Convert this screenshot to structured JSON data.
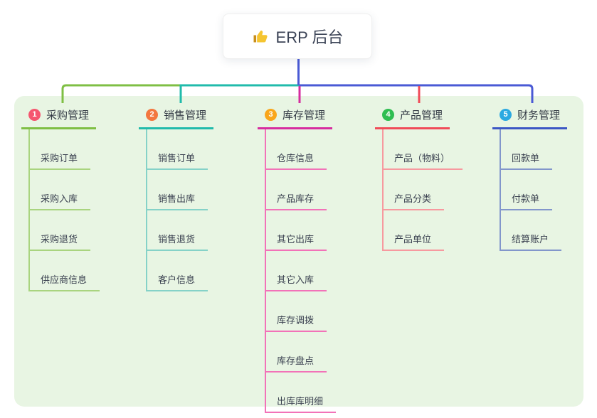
{
  "canvas": {
    "page_bg": "#FFFFFF",
    "panel_bg": "#E8F5E3"
  },
  "root": {
    "title": "ERP 后台",
    "icon": "thumbs-up-icon",
    "stem_color": "#4A5AD5"
  },
  "branches": [
    {
      "badge": "1",
      "label": "采购管理",
      "badge_color": "#F5566F",
      "line_color": "#7FBF44",
      "child_line_color": "#A9D47F",
      "children": [
        "采购订单",
        "采购入库",
        "采购退货",
        "供应商信息"
      ]
    },
    {
      "badge": "2",
      "label": "销售管理",
      "badge_color": "#F3773F",
      "line_color": "#21BBAB",
      "child_line_color": "#85D2C8",
      "children": [
        "销售订单",
        "销售出库",
        "销售退货",
        "客户信息"
      ]
    },
    {
      "badge": "3",
      "label": "库存管理",
      "badge_color": "#D62C9F",
      "line_color": "#D62C9F",
      "child_line_color": "#F272B8",
      "badge_fill": "#F9A61B",
      "children": [
        "仓库信息",
        "产品库存",
        "其它出库",
        "其它入库",
        "库存调拨",
        "库存盘点",
        "出库库明细"
      ]
    },
    {
      "badge": "4",
      "label": "产品管理",
      "badge_color": "#2FBE51",
      "line_color": "#F04B58",
      "child_line_color": "#F7999F",
      "children": [
        "产品（物料）",
        "产品分类",
        "产品单位"
      ]
    },
    {
      "badge": "5",
      "label": "财务管理",
      "badge_color": "#2BA9E1",
      "line_color": "#3C57C4",
      "child_line_color": "#8296CB",
      "children": [
        "回款单",
        "付款单",
        "结算账户"
      ]
    }
  ]
}
